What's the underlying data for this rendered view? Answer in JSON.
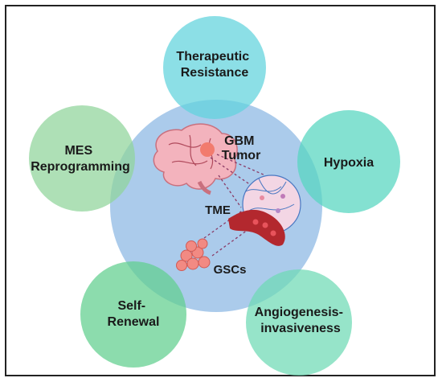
{
  "outer_nodes": {
    "therapeutic_resistance": {
      "line1": "Therapeutic",
      "line2": "Resistance",
      "color": "#5fd3dc"
    },
    "hypoxia": {
      "label": "Hypoxia",
      "color": "#55d6bf"
    },
    "angiogenesis": {
      "line1": "Angiogenesis-",
      "line2": "invasiveness",
      "color": "#6ed9b4"
    },
    "self_renewal": {
      "line1": "Self-",
      "line2": "Renewal",
      "color": "#5fcf8e"
    },
    "mes_reprogramming": {
      "line1": "MES",
      "line2": "Reprogramming",
      "color": "#8fd49a"
    }
  },
  "center": {
    "color": "#a6c8ea",
    "gbm_line1": "GBM",
    "gbm_line2": "Tumor",
    "tme": "TME",
    "gscs": "GSCs"
  },
  "colors": {
    "brain": "#f3b3bd",
    "tumor": "#f27b6e",
    "vessel": "#b3282e",
    "cell_cluster": "#f28a83",
    "dashed_link": "#8a3a66"
  }
}
